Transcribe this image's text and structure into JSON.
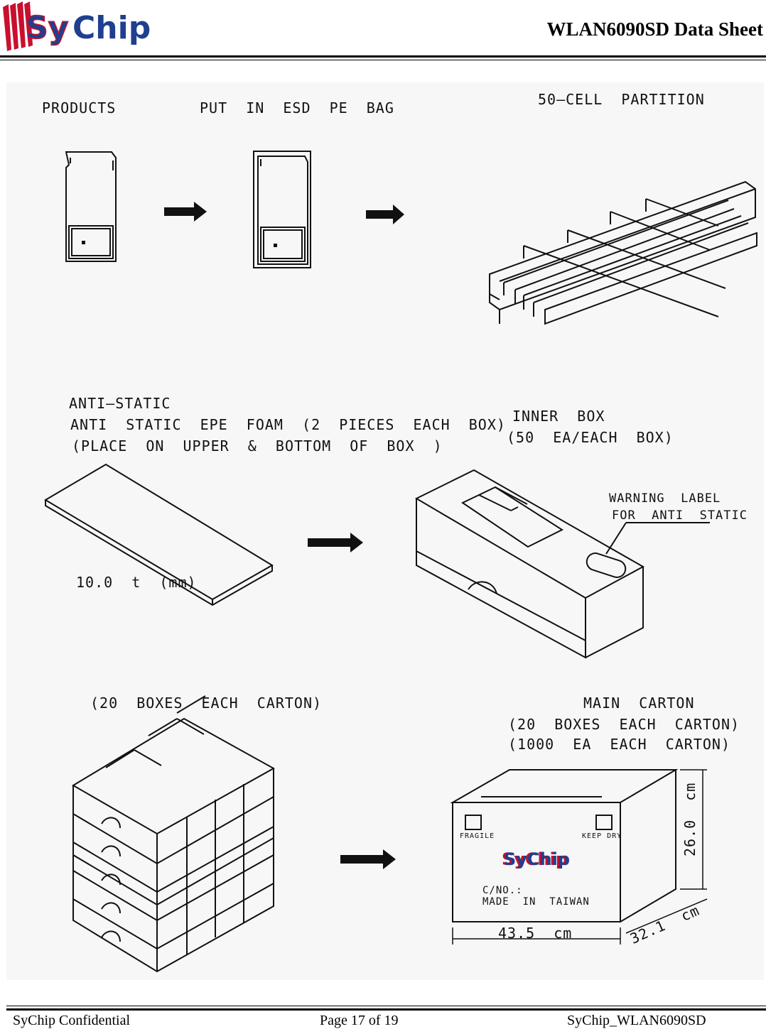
{
  "header": {
    "logo_text": "SyChip",
    "title": "WLAN6090SD Data Sheet"
  },
  "figure": {
    "labels": {
      "products": "PRODUCTS",
      "esd_bag": "PUT  IN  ESD  PE  BAG",
      "partition": "50—CELL  PARTITION",
      "anti_static_1": "ANTI—STATIC",
      "anti_static_2": "ANTI  STATIC  EPE  FOAM  (2  PIECES  EACH  BOX)",
      "anti_static_3": "(PLACE  ON  UPPER  &  BOTTOM  OF  BOX  )",
      "foam_thickness": "10.0  t  (mm)",
      "inner_box_1": "INNER  BOX",
      "inner_box_2": "(50  EA/EACH  BOX)",
      "warning_1": "WARNING  LABEL",
      "warning_2": "FOR  ANTI  STATIC",
      "boxes_each_carton": "(20  BOXES  EACH  CARTON)",
      "main_carton_1": "MAIN  CARTON",
      "main_carton_2": "(20  BOXES  EACH  CARTON)",
      "main_carton_3": "(1000  EA  EACH  CARTON)",
      "dim_height": "26.0  cm",
      "dim_width": "43.5  cm",
      "dim_depth": "32.1  cm",
      "carton_fragile": "FRAGILE",
      "carton_keep_dry": "KEEP DRY",
      "carton_logo": "SyChip",
      "carton_cno": "C/NO.:",
      "carton_made_in": "MADE  IN  TAIWAN"
    }
  },
  "footer": {
    "left": "SyChip Confidential",
    "center": "Page 17 of  19",
    "right": "SyChip_WLAN6090SD"
  }
}
